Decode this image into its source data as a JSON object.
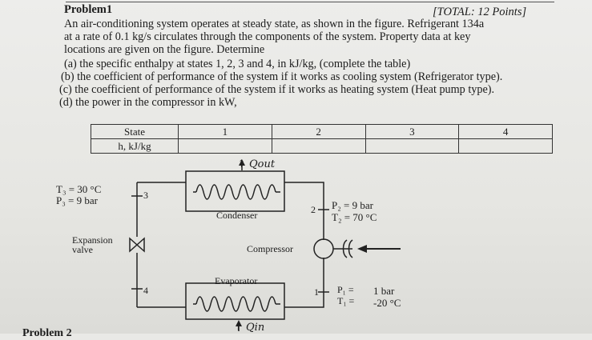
{
  "problem": {
    "title": "Problem1",
    "points": "[TOTAL: 12 Points]",
    "lines": [
      "An air-conditioning system operates at steady state, as shown in the figure. Refrigerant 134a",
      "at a rate of 0.1 kg/s circulates through the components of the system. Property data at key",
      "locations are given on the figure. Determine",
      "(a) the specific enthalpy at states 1, 2, 3 and 4, in kJ/kg, (complete the table)",
      "(b) the coefficient of performance of the system if it works as cooling system (Refrigerator type).",
      "(c) the coefficient of performance of the system if it works as heating system (Heat pump type).",
      "(d) the power in the compressor in kW,"
    ]
  },
  "table": {
    "row1_header": "State",
    "row2_header": "h, kJ/kg",
    "states": [
      "1",
      "2",
      "3",
      "4"
    ],
    "enthalpies": [
      "",
      "",
      "",
      ""
    ]
  },
  "diagram": {
    "qout": "↑ Qout",
    "qin": "↑ Qin",
    "condenser": "Condenser",
    "evaporator": "Evaporator",
    "compressor": "Compressor",
    "expansion_valve_1": "Expansion",
    "expansion_valve_2": "valve",
    "state3": {
      "marker": "3",
      "T": "T₃ = 30 °C",
      "P": "P₃ = 9 bar"
    },
    "state2": {
      "marker": "2",
      "P": "P₂ = 9 bar",
      "T": "T₂ = 70 °C"
    },
    "state1": {
      "marker": "1",
      "P": "P₁ =",
      "T": "T₁ =",
      "P_val": "1 bar",
      "T_val": "-20 °C"
    },
    "state4": {
      "marker": "4"
    }
  },
  "footer": {
    "next": "Problem 2"
  }
}
